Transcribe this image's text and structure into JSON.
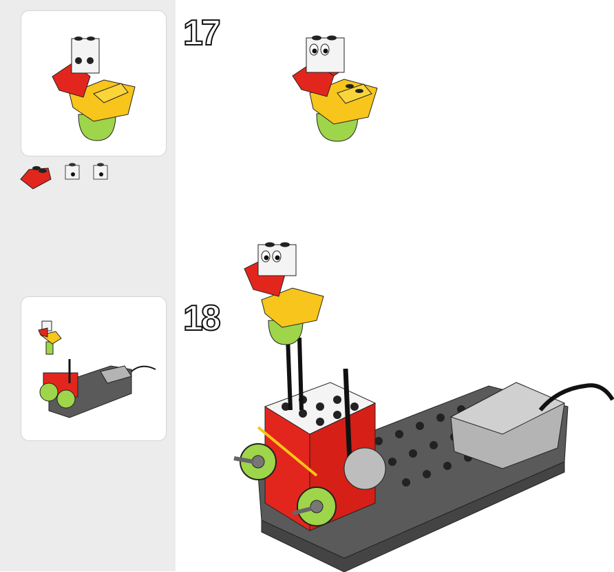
{
  "steps": [
    {
      "number": "17",
      "parts": [
        "red-slope-brick-2x2",
        "white-eye-brick-1x1",
        "white-eye-brick-1x1"
      ]
    },
    {
      "number": "18",
      "parts": []
    }
  ],
  "colors": {
    "sidebar": "#ececec",
    "red": "#e3261d",
    "yellow": "#f7c51b",
    "green": "#9ed54a",
    "white": "#f4f4f4",
    "dark_gray": "#5a5a5a",
    "light_gray": "#b4b4b4"
  }
}
